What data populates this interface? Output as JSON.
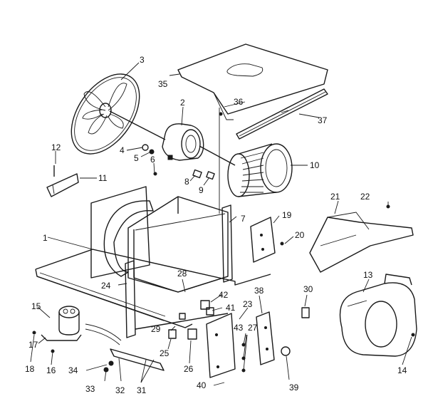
{
  "callouts": [
    {
      "id": "1",
      "text": "1"
    },
    {
      "id": "2",
      "text": "2"
    },
    {
      "id": "3",
      "text": "3"
    },
    {
      "id": "4",
      "text": "4"
    },
    {
      "id": "5",
      "text": "5"
    },
    {
      "id": "6",
      "text": "6"
    },
    {
      "id": "7",
      "text": "7"
    },
    {
      "id": "8",
      "text": "8"
    },
    {
      "id": "9",
      "text": "9"
    },
    {
      "id": "10",
      "text": "10"
    },
    {
      "id": "11",
      "text": "11"
    },
    {
      "id": "12",
      "text": "12"
    },
    {
      "id": "13",
      "text": "13"
    },
    {
      "id": "14",
      "text": "14"
    },
    {
      "id": "15",
      "text": "15"
    },
    {
      "id": "16",
      "text": "16"
    },
    {
      "id": "17",
      "text": "17"
    },
    {
      "id": "18",
      "text": "18"
    },
    {
      "id": "19",
      "text": "19"
    },
    {
      "id": "20",
      "text": "20"
    },
    {
      "id": "21",
      "text": "21"
    },
    {
      "id": "22",
      "text": "22"
    },
    {
      "id": "23",
      "text": "23"
    },
    {
      "id": "24",
      "text": "24"
    },
    {
      "id": "25",
      "text": "25"
    },
    {
      "id": "26",
      "text": "26"
    },
    {
      "id": "27",
      "text": "27"
    },
    {
      "id": "28",
      "text": "28"
    },
    {
      "id": "29",
      "text": "29"
    },
    {
      "id": "30",
      "text": "30"
    },
    {
      "id": "31",
      "text": "31"
    },
    {
      "id": "32",
      "text": "32"
    },
    {
      "id": "33",
      "text": "33"
    },
    {
      "id": "34",
      "text": "34"
    },
    {
      "id": "35",
      "text": "35"
    },
    {
      "id": "36",
      "text": "36"
    },
    {
      "id": "37",
      "text": "37"
    },
    {
      "id": "38",
      "text": "38"
    },
    {
      "id": "39",
      "text": "39"
    },
    {
      "id": "40",
      "text": "40"
    },
    {
      "id": "41",
      "text": "41"
    },
    {
      "id": "42",
      "text": "42"
    },
    {
      "id": "43",
      "text": "43"
    }
  ]
}
